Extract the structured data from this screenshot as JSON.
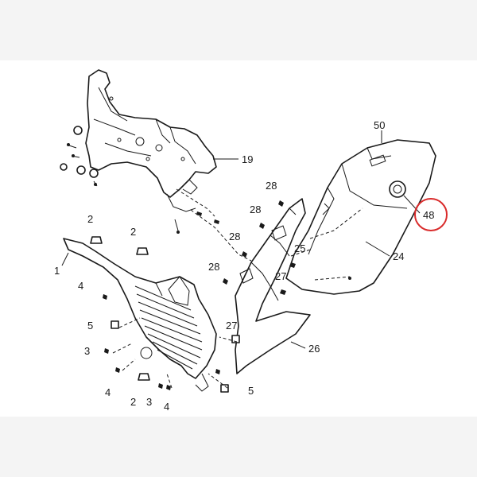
{
  "diagram": {
    "highlight_color": "#d92b2b",
    "highlighted_part": "48",
    "labels": {
      "p50": "50",
      "p19": "19",
      "p28a": "28",
      "p28b": "28",
      "p28c": "28",
      "p28d": "28",
      "p48": "48",
      "p2a": "2",
      "p2b": "2",
      "p2c": "2",
      "p1": "1",
      "p24": "24",
      "p25": "25",
      "p4a": "4",
      "p4b": "4",
      "p4c": "4",
      "p27a": "27",
      "p27b": "27",
      "p5a": "5",
      "p5b": "5",
      "p3a": "3",
      "p3b": "3",
      "p26": "26"
    }
  }
}
